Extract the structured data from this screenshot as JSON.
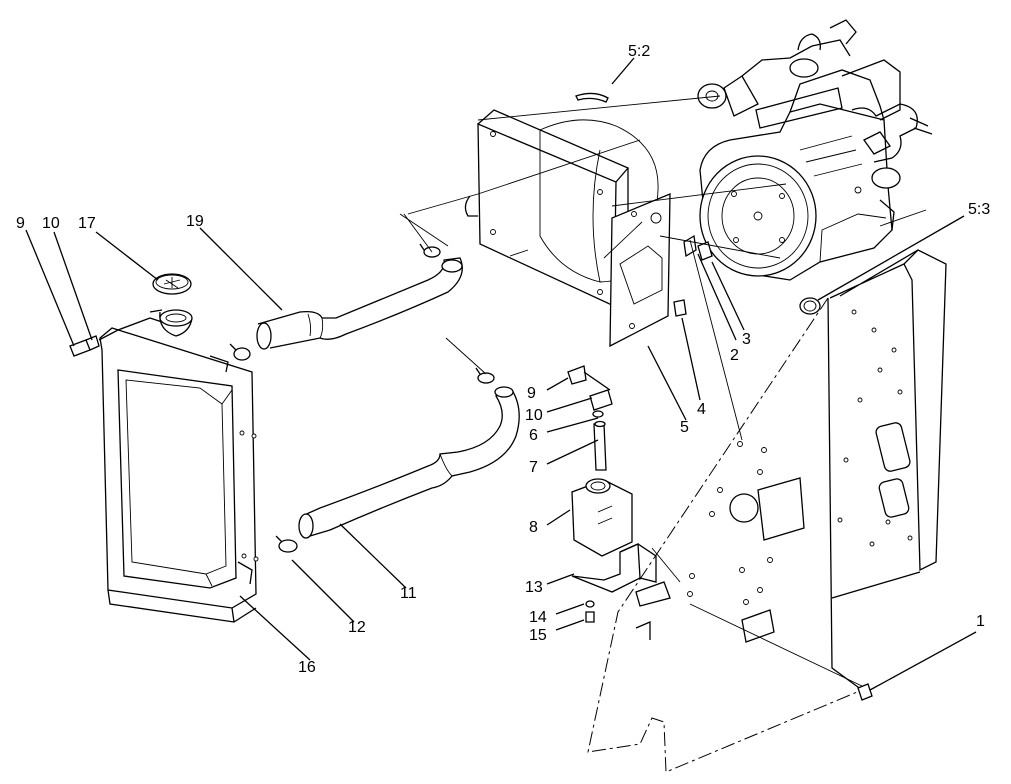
{
  "diagram": {
    "callouts": {
      "c_9a": "9",
      "c_10a": "10",
      "c_17": "17",
      "c_19": "19",
      "c_16": "16",
      "c_12": "12",
      "c_11": "11",
      "c_52": "5:2",
      "c_53": "5:3",
      "c_2": "2",
      "c_3": "3",
      "c_4": "4",
      "c_5": "5",
      "c_9b": "9",
      "c_10b": "10",
      "c_6": "6",
      "c_7": "7",
      "c_8": "8",
      "c_13": "13",
      "c_14": "14",
      "c_15": "15",
      "c_1": "1"
    }
  }
}
